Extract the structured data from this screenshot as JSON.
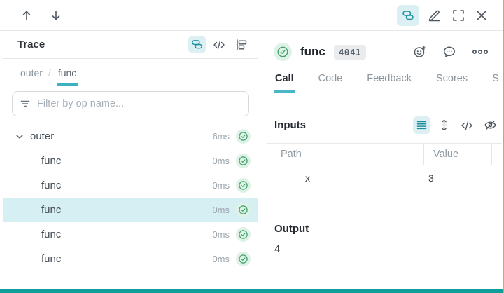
{
  "trace": {
    "title": "Trace",
    "breadcrumb": {
      "parent": "outer",
      "separator": "/",
      "current": "func"
    },
    "filter_placeholder": "Filter by op name...",
    "rows": [
      {
        "label": "outer",
        "duration": "6ms",
        "level": 0,
        "expanded": true,
        "selected": false,
        "status": "success"
      },
      {
        "label": "func",
        "duration": "0ms",
        "level": 1,
        "selected": false,
        "status": "success"
      },
      {
        "label": "func",
        "duration": "0ms",
        "level": 1,
        "selected": false,
        "status": "success"
      },
      {
        "label": "func",
        "duration": "0ms",
        "level": 1,
        "selected": true,
        "status": "success"
      },
      {
        "label": "func",
        "duration": "0ms",
        "level": 1,
        "selected": false,
        "status": "success"
      },
      {
        "label": "func",
        "duration": "0ms",
        "level": 1,
        "selected": false,
        "status": "success"
      }
    ]
  },
  "call": {
    "status": "success",
    "name": "func",
    "badge": "4041",
    "tabs": [
      {
        "label": "Call",
        "active": true
      },
      {
        "label": "Code",
        "active": false
      },
      {
        "label": "Feedback",
        "active": false
      },
      {
        "label": "Scores",
        "active": false
      },
      {
        "label": "S",
        "active": false
      }
    ],
    "inputs": {
      "title": "Inputs",
      "columns": {
        "path": "Path",
        "value": "Value"
      },
      "rows": [
        {
          "path": "x",
          "value": "3"
        }
      ]
    },
    "output": {
      "title": "Output",
      "value": "4"
    }
  },
  "icons": {
    "toolbar": [
      "arrow-up",
      "arrow-down",
      "trace-stack",
      "edit-pencil",
      "fullscreen",
      "close"
    ],
    "trace_views": [
      "trace-stack",
      "code",
      "flame-graph"
    ],
    "call_actions": [
      "add-reaction",
      "comment",
      "overflow-menu"
    ],
    "inputs_actions": [
      "list-view",
      "expand-vertical",
      "code-view",
      "hide"
    ]
  },
  "colors": {
    "accent_teal": "#13a9ba",
    "active_icon_bg": "#dcf0f4",
    "selected_row_bg": "#d6eff3",
    "success_green": "#3fa06e",
    "success_bg": "#def2e6",
    "badge_bg": "#e9ebed",
    "bottom_bar": "#0f9f9b"
  }
}
